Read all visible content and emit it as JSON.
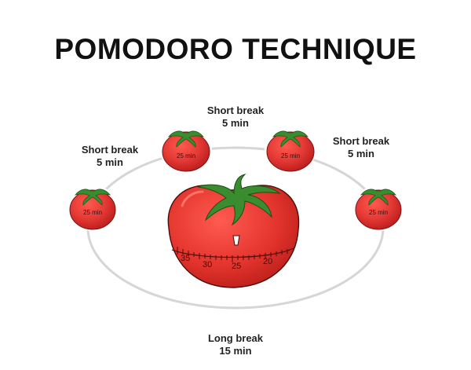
{
  "title": "POMODORO TECHNIQUE",
  "breaks": {
    "short_left": {
      "line1": "Short break",
      "line2": "5 min"
    },
    "short_top": {
      "line1": "Short break",
      "line2": "5 min"
    },
    "short_right": {
      "line1": "Short break",
      "line2": "5 min"
    },
    "long": {
      "line1": "Long break",
      "line2": "15 min"
    }
  },
  "pomodoros": [
    {
      "label": "25 min"
    },
    {
      "label": "25 min"
    },
    {
      "label": "25 min"
    },
    {
      "label": "25 min"
    }
  ],
  "timer": {
    "dial_labels": [
      "35",
      "30",
      "25",
      "20"
    ]
  },
  "colors": {
    "tomato": "#e53935",
    "tomato_dark": "#c62828",
    "leaf": "#2e7d32",
    "cycle_line": "#d6d6d6"
  }
}
